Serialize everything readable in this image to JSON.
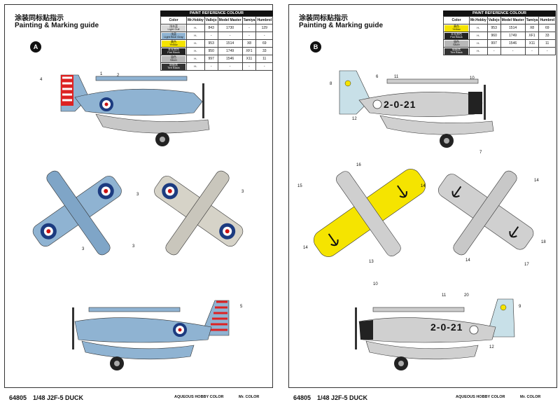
{
  "sheets": [
    {
      "id": "A",
      "title_cn": "涂装同标贴指示",
      "title_en": "Painting & Marking guide",
      "footer_code": "64805",
      "footer_title": "1/48 J2F-5 DUCK",
      "brand_left": "AQUEOUS HOBBY COLOR",
      "brand_right": "Mr. COLOR",
      "table": {
        "caption": "PAINT REFERENCE COLOUR",
        "headers": [
          "Color",
          "Mr.Hobby",
          "Vallejo",
          "Model Master",
          "Tamiya",
          "Humbrol"
        ],
        "rows": [
          {
            "cn": "浅灰蓝",
            "en": "Light Gull",
            "code": "H-",
            "hex": "#d8d8d8",
            "vals": [
              "843",
              "1730",
              "-",
              "129"
            ]
          },
          {
            "cn": "浅蓝",
            "en": "Light Blue Gray",
            "code": "H-",
            "hex": "#8fb3d2",
            "vals": [
              "-",
              "-",
              "-",
              "-"
            ]
          },
          {
            "cn": "黄色",
            "en": "Yellow",
            "code": "H-",
            "hex": "#f5e400",
            "vals": [
              "953",
              "1514",
              "X8",
              "69"
            ]
          },
          {
            "cn": "半光黑色",
            "en": "Flat Black",
            "code": "H-",
            "hex": "#222222",
            "vals": [
              "950",
              "1749",
              "XF1",
              "33"
            ]
          },
          {
            "cn": "银色",
            "en": "Silver",
            "code": "H-",
            "hex": "#b8b8b8",
            "vals": [
              "997",
              "1546",
              "X11",
              "11"
            ]
          },
          {
            "cn": "轮胎黑",
            "en": "Tire Black",
            "code": "H-",
            "hex": "#333333",
            "vals": [
              "-",
              "-",
              "-",
              "-"
            ]
          }
        ]
      },
      "callouts": [
        "1",
        "2",
        "3",
        "4",
        "5",
        "3",
        "3",
        "3"
      ]
    },
    {
      "id": "B",
      "title_cn": "涂装同标贴指示",
      "title_en": "Painting & Marking guide",
      "footer_code": "64805",
      "footer_title": "1/48 J2F-5 DUCK",
      "brand_left": "AQUEOUS HOBBY COLOR",
      "brand_right": "Mr. COLOR",
      "table": {
        "caption": "PAINT REFERENCE COLOUR",
        "headers": [
          "Color",
          "Mr.Hobby",
          "Vallejo",
          "Model Master",
          "Tamiya",
          "Humbrol"
        ],
        "rows": [
          {
            "cn": "黄色",
            "en": "Yellow",
            "code": "H-",
            "hex": "#f5e400",
            "vals": [
              "953",
              "1514",
              "X8",
              "69"
            ]
          },
          {
            "cn": "半光黑色",
            "en": "Flat Black",
            "code": "H-",
            "hex": "#222222",
            "vals": [
              "960",
              "1749",
              "XF1",
              "33"
            ]
          },
          {
            "cn": "银色",
            "en": "Silver",
            "code": "H-",
            "hex": "#b8b8b8",
            "vals": [
              "997",
              "1546",
              "X11",
              "11"
            ]
          },
          {
            "cn": "轮胎黑",
            "en": "Tire Black",
            "code": "H-",
            "hex": "#333333",
            "vals": [
              "-",
              "-",
              "-",
              "-"
            ]
          }
        ]
      },
      "side_code": "2-0-21",
      "callouts": [
        "6",
        "8",
        "10",
        "11",
        "12",
        "7",
        "14",
        "15",
        "16",
        "13",
        "14",
        "14",
        "14",
        "17",
        "18",
        "10",
        "11",
        "20",
        "9",
        "12"
      ]
    }
  ]
}
